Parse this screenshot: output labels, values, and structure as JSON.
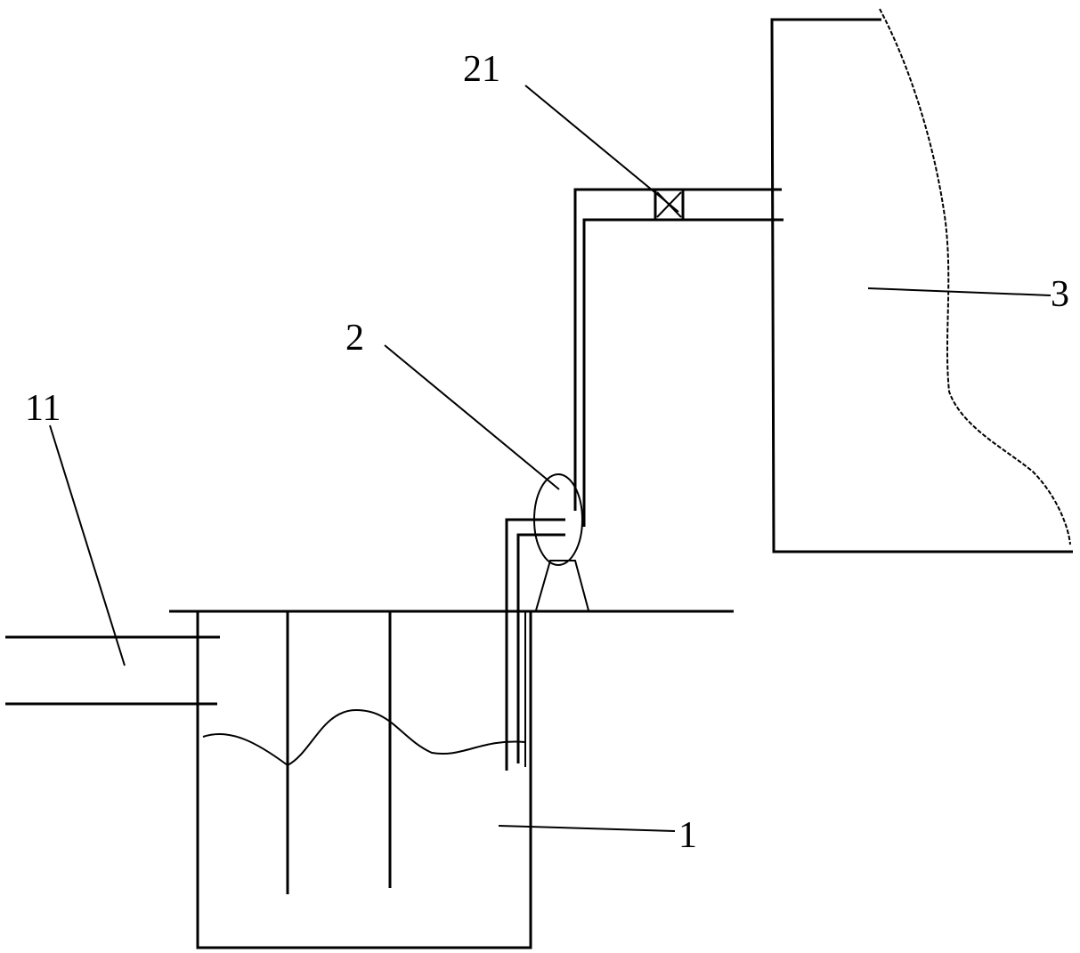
{
  "labels": {
    "tank": "1",
    "inlet_pipe": "11",
    "pump": "2",
    "valve": "21",
    "container": "3"
  },
  "colors": {
    "line": "#000000",
    "background": "#ffffff"
  }
}
